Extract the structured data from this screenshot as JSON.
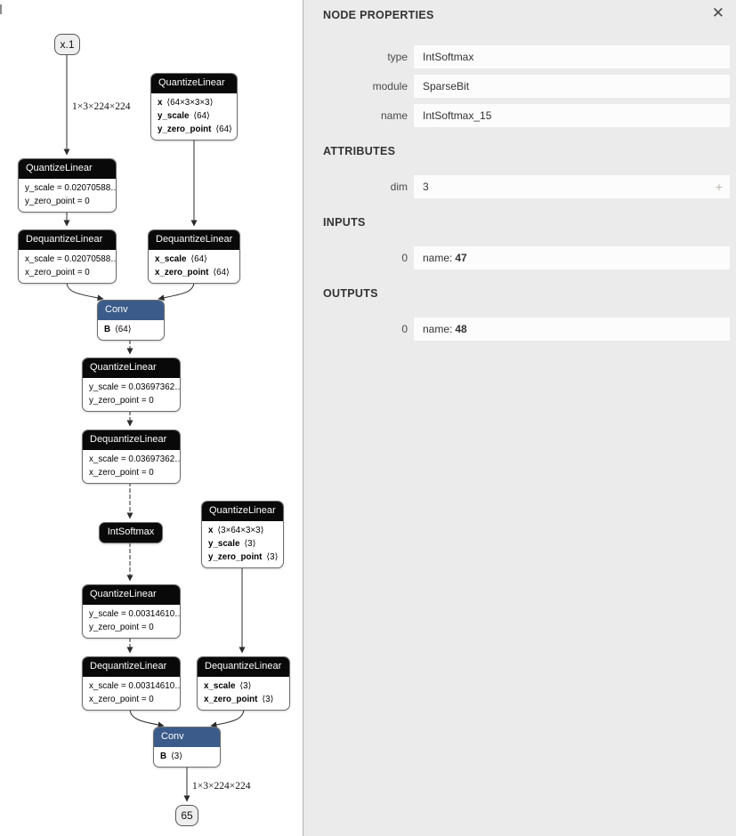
{
  "graph": {
    "input": {
      "label": "x.1"
    },
    "output": {
      "label": "65"
    },
    "edge_labels": [
      "1×3×224×224",
      "1×3×224×224"
    ],
    "nodes": [
      {
        "id": "ql_w1",
        "title": "QuantizeLinear",
        "rows": [
          {
            "b": "x",
            "t": "⟨64×3×3×3⟩"
          },
          {
            "b": "y_scale",
            "t": "⟨64⟩"
          },
          {
            "b": "y_zero_point",
            "t": "⟨64⟩"
          }
        ]
      },
      {
        "id": "ql_a1",
        "title": "QuantizeLinear",
        "rows": [
          {
            "t": "y_scale = 0.02070588…"
          },
          {
            "t": "y_zero_point = 0"
          }
        ]
      },
      {
        "id": "dql_a1",
        "title": "DequantizeLinear",
        "rows": [
          {
            "t": "x_scale = 0.02070588…"
          },
          {
            "t": "x_zero_point = 0"
          }
        ]
      },
      {
        "id": "dql_w1",
        "title": "DequantizeLinear",
        "rows": [
          {
            "b": "x_scale",
            "t": "⟨64⟩"
          },
          {
            "b": "x_zero_point",
            "t": "⟨64⟩"
          }
        ]
      },
      {
        "id": "conv1",
        "title": "Conv",
        "blue": true,
        "rows": [
          {
            "b": "B",
            "t": "⟨64⟩"
          }
        ]
      },
      {
        "id": "ql_a2",
        "title": "QuantizeLinear",
        "rows": [
          {
            "t": "y_scale = 0.03697362…"
          },
          {
            "t": "y_zero_point = 0"
          }
        ]
      },
      {
        "id": "dql_a2",
        "title": "DequantizeLinear",
        "rows": [
          {
            "t": "x_scale = 0.03697362…"
          },
          {
            "t": "x_zero_point = 0"
          }
        ]
      },
      {
        "id": "intsoftmax",
        "title": "IntSoftmax",
        "header_only": true
      },
      {
        "id": "ql_w2",
        "title": "QuantizeLinear",
        "rows": [
          {
            "b": "x",
            "t": "⟨3×64×3×3⟩"
          },
          {
            "b": "y_scale",
            "t": "⟨3⟩"
          },
          {
            "b": "y_zero_point",
            "t": "⟨3⟩"
          }
        ]
      },
      {
        "id": "ql_a3",
        "title": "QuantizeLinear",
        "rows": [
          {
            "t": "y_scale = 0.00314610…"
          },
          {
            "t": "y_zero_point = 0"
          }
        ]
      },
      {
        "id": "dql_a3",
        "title": "DequantizeLinear",
        "rows": [
          {
            "t": "x_scale = 0.00314610…"
          },
          {
            "t": "x_zero_point = 0"
          }
        ]
      },
      {
        "id": "dql_w2",
        "title": "DequantizeLinear",
        "rows": [
          {
            "b": "x_scale",
            "t": "⟨3⟩"
          },
          {
            "b": "x_zero_point",
            "t": "⟨3⟩"
          }
        ]
      },
      {
        "id": "conv2",
        "title": "Conv",
        "blue": true,
        "rows": [
          {
            "b": "B",
            "t": "⟨3⟩"
          }
        ]
      }
    ]
  },
  "panel": {
    "title": "NODE PROPERTIES",
    "close_icon": "✕",
    "fields": [
      {
        "label": "type",
        "value": "IntSoftmax"
      },
      {
        "label": "module",
        "value": "SparseBit"
      },
      {
        "label": "name",
        "value": "IntSoftmax_15"
      }
    ],
    "attributes": {
      "title": "ATTRIBUTES",
      "rows": [
        {
          "label": "dim",
          "value": "3",
          "expander": "+"
        }
      ]
    },
    "inputs": {
      "title": "INPUTS",
      "rows": [
        {
          "label": "0",
          "name_label": "name:",
          "value": "47"
        }
      ]
    },
    "outputs": {
      "title": "OUTPUTS",
      "rows": [
        {
          "label": "0",
          "name_label": "name:",
          "value": "48"
        }
      ]
    }
  },
  "colors": {
    "conv_header": "#3b5c8a",
    "node_header": "#090909",
    "panel_bg": "#ebebeb",
    "edge": "#2b2b2b"
  }
}
